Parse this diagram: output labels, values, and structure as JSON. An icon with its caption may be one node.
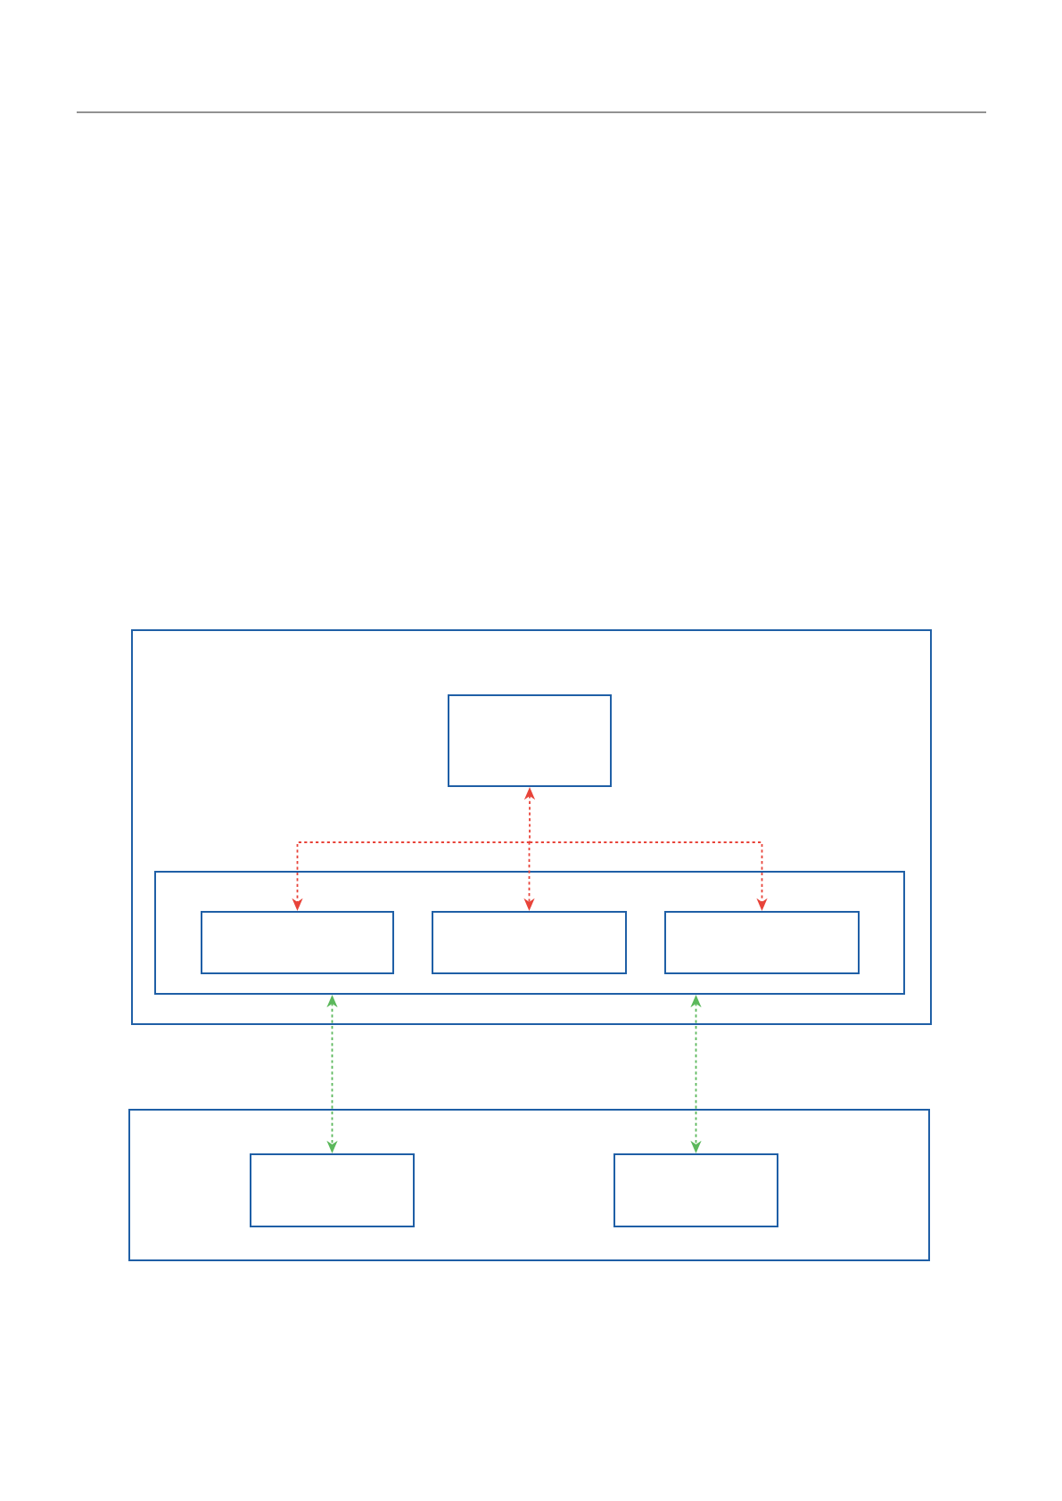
{
  "diagram": {
    "nodes": [
      {
        "text": [],
        "shape": "box"
      },
      {
        "text": [],
        "shape": "box",
        "in": 0
      },
      {
        "text": [],
        "shape": "box",
        "in": 0
      },
      {
        "text": [],
        "shape": "box",
        "in": 2
      },
      {
        "text": [],
        "shape": "box",
        "in": 2
      },
      {
        "text": [],
        "shape": "box",
        "in": 2
      },
      {
        "text": [],
        "shape": "box"
      },
      {
        "text": [],
        "shape": "box",
        "in": 6
      },
      {
        "text": [],
        "shape": "box",
        "in": 6
      }
    ],
    "edges": [
      {
        "from": 1,
        "to": 3,
        "arrow": "both",
        "style": "dashed",
        "color": "#e8443a"
      },
      {
        "from": 1,
        "to": 4,
        "arrow": "both",
        "style": "dashed",
        "color": "#e8443a"
      },
      {
        "from": 1,
        "to": 5,
        "arrow": "both",
        "style": "dashed",
        "color": "#e8443a"
      },
      {
        "from": 2,
        "to": 7,
        "arrow": "both",
        "style": "dashed",
        "color": "#5cb85c"
      },
      {
        "from": 2,
        "to": 8,
        "arrow": "both",
        "style": "dashed",
        "color": "#5cb85c"
      }
    ]
  }
}
